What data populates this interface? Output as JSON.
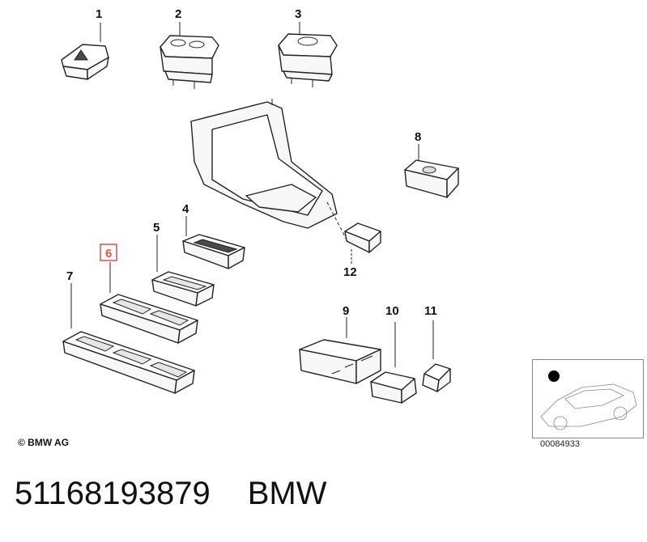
{
  "callouts": {
    "c1": "1",
    "c2": "2",
    "c3": "3",
    "c4": "4",
    "c5": "5",
    "c6": "6",
    "c7": "7",
    "c8": "8",
    "c9": "9",
    "c10": "10",
    "c11": "11",
    "c12": "12"
  },
  "highlighted_callout": "6",
  "copyright": "© BMW AG",
  "reference_code": "00084933",
  "footer": {
    "part_number": "51168193879",
    "brand": "BMW"
  },
  "colors": {
    "highlight": "#d9534f",
    "line": "#222222"
  }
}
